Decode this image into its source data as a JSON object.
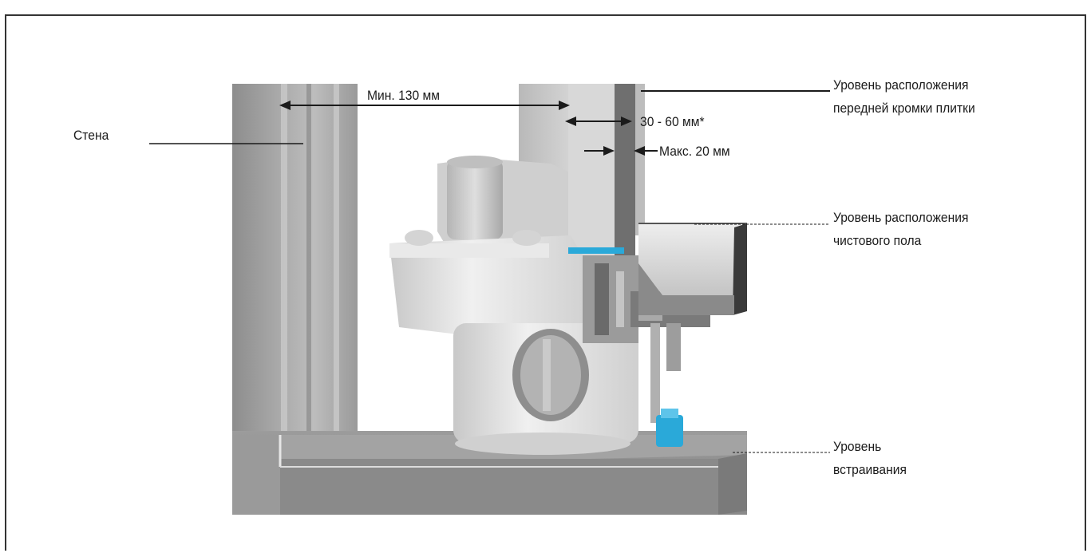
{
  "labels": {
    "wall": "Стена",
    "min_130": "Мин. 130 мм",
    "range_30_60": "30 - 60 мм*",
    "max_20": "Макс. 20 мм",
    "tile_edge_line1": "Уровень расположения",
    "tile_edge_line2": "передней кромки плитки",
    "finished_floor_line1": "Уровень расположения",
    "finished_floor_line2": "чистового пола",
    "install_line1": "Уровень",
    "install_line2": "встраивания"
  },
  "colors": {
    "wall_dark": "#8c8c8c",
    "wall_mid": "#a9a9a9",
    "wall_light": "#c9c9c9",
    "body_light": "#e2e2e2",
    "accent_blue": "#2aa9d9",
    "line": "#1b1b1b"
  },
  "icons": {
    "arrow_left": "arrowhead-left",
    "arrow_right": "arrowhead-right"
  }
}
